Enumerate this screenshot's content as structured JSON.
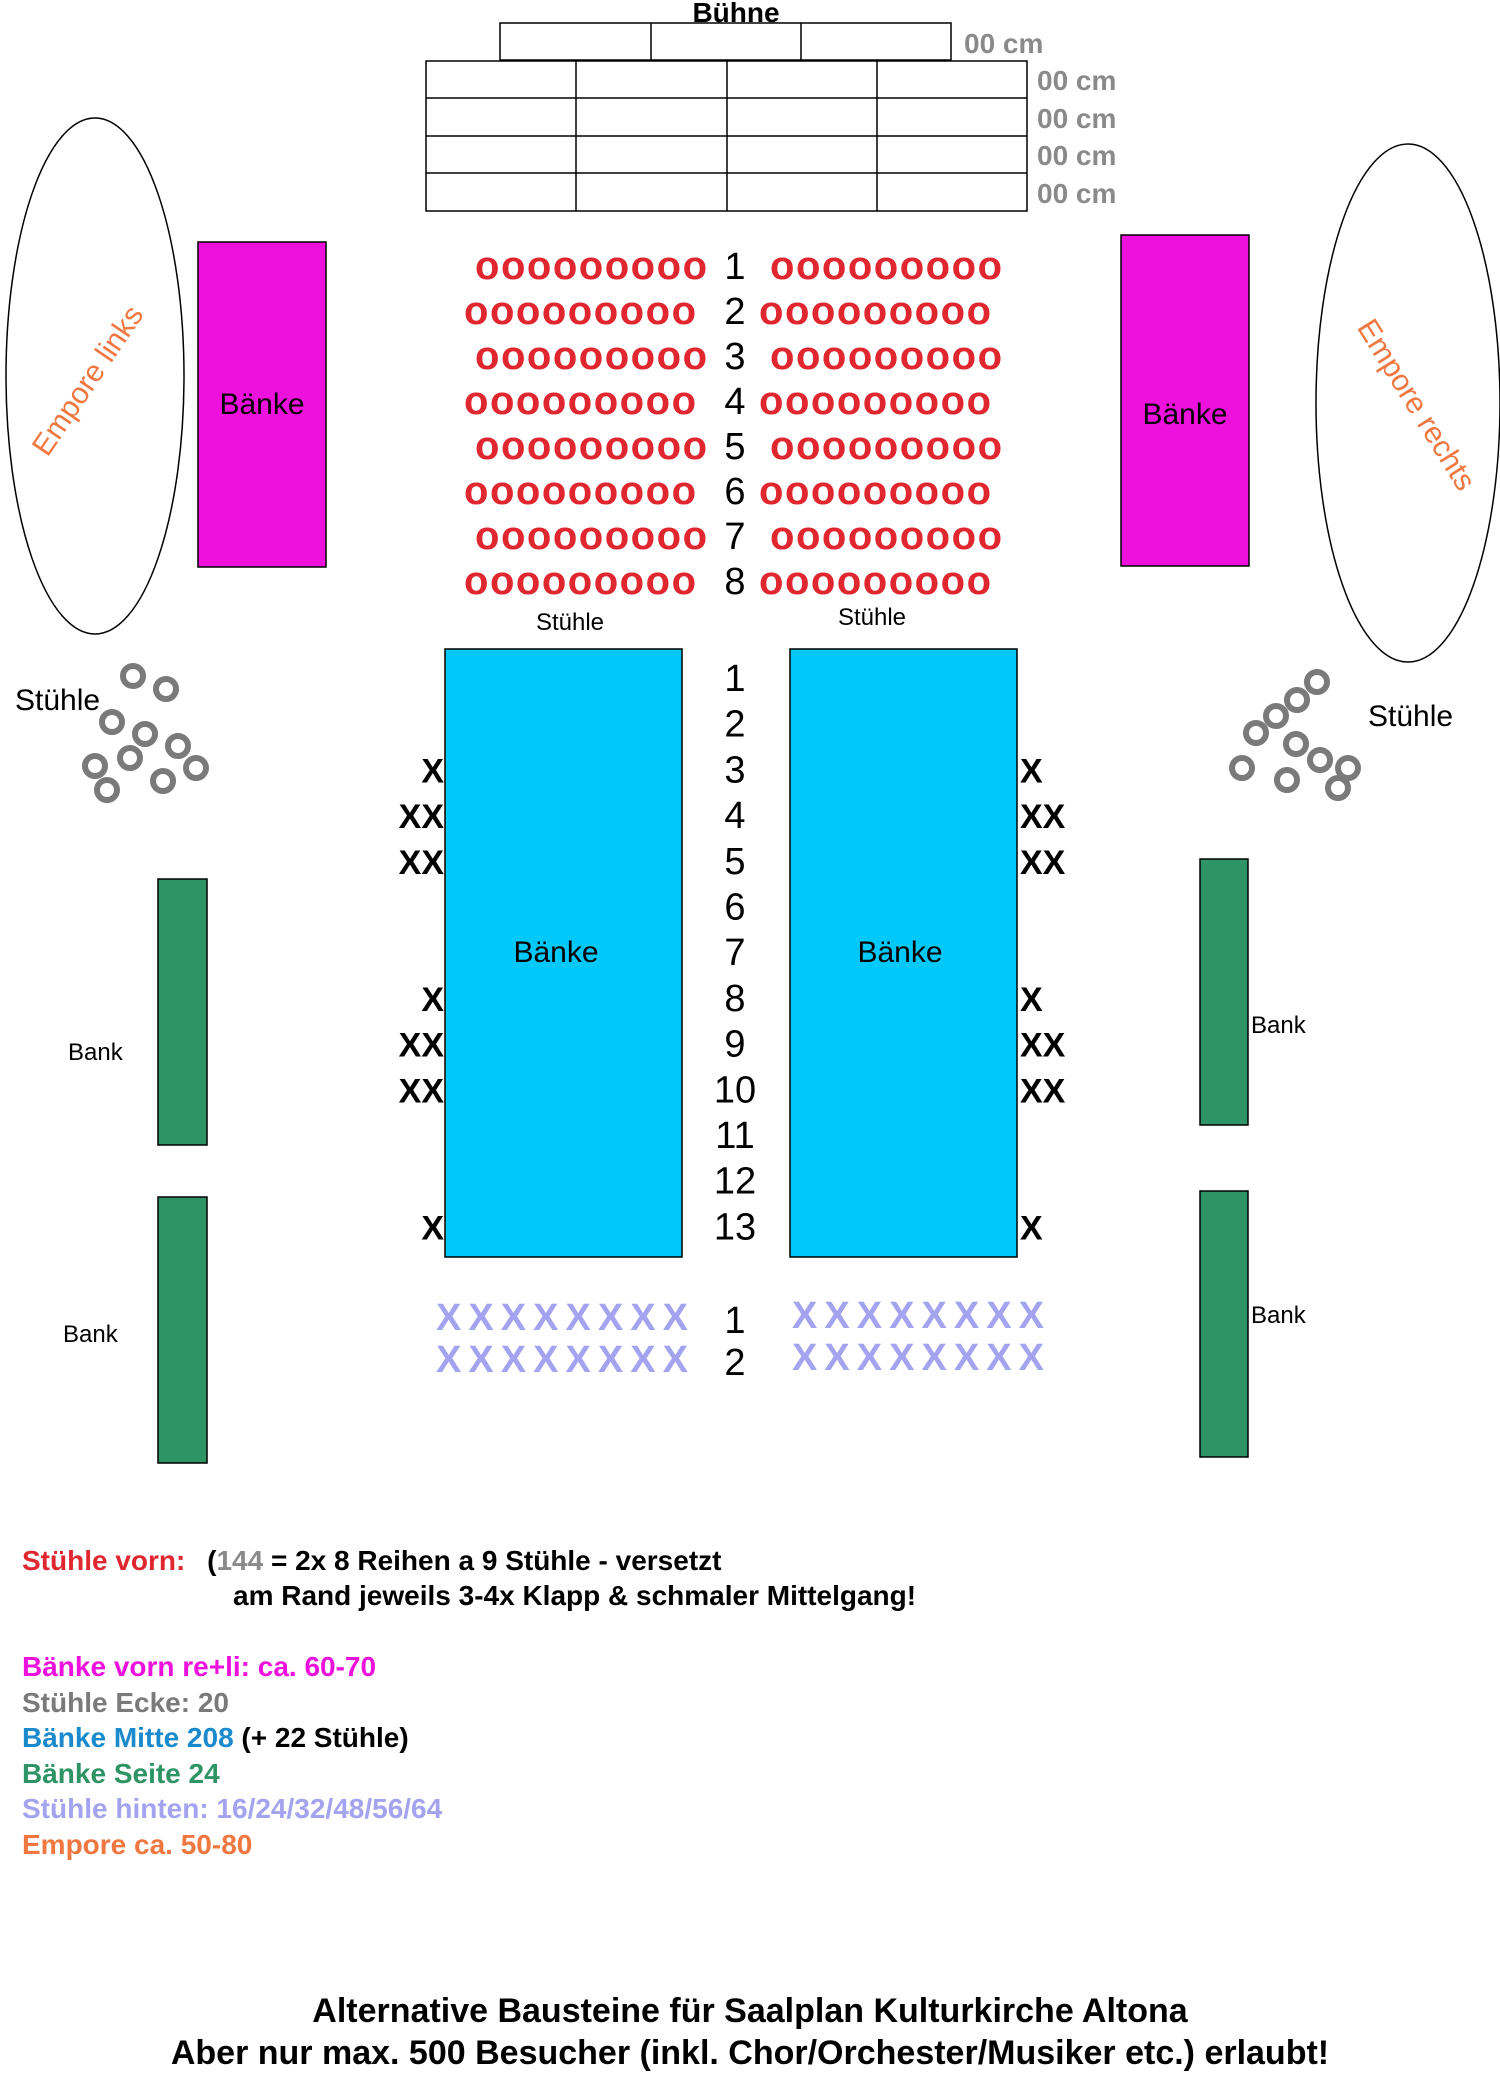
{
  "colors": {
    "front_chairs": "#e0262e",
    "benches_front": "#ee11dd",
    "corner_chairs": "#7a7a7a",
    "middle_benches": "#00c8f8",
    "middle_text": "#1a8acd",
    "side_benches": "#2e9466",
    "back_chairs": "#a3a3ef",
    "gallery": "#f07840",
    "measure": "#8a8a8a"
  },
  "stage": {
    "label": "Bühne",
    "measure_labels": [
      "00 cm",
      "00 cm",
      "00 cm",
      "00 cm",
      "00 cm"
    ]
  },
  "gallery_left": {
    "label": "Empore links"
  },
  "gallery_right": {
    "label": "Empore rechts"
  },
  "front_benches": {
    "left_label": "Bänke",
    "right_label": "Bänke"
  },
  "front_chairs": {
    "glyph": "ooooooooo",
    "row_numbers": [
      "1",
      "2",
      "3",
      "4",
      "5",
      "6",
      "7",
      "8"
    ],
    "left_caption": "Stühle",
    "right_caption": "Stühle"
  },
  "corner_chairs": {
    "left_label": "Stühle",
    "right_label": "Stühle"
  },
  "middle_benches": {
    "left_label": "Bänke",
    "right_label": "Bänke",
    "row_numbers": [
      "1",
      "2",
      "3",
      "4",
      "5",
      "6",
      "7",
      "8",
      "9",
      "10",
      "11",
      "12",
      "13"
    ],
    "left_marks": [
      {
        "row": "3",
        "text": "X"
      },
      {
        "row": "4",
        "text": "XX"
      },
      {
        "row": "5",
        "text": "XX"
      },
      {
        "row": "8",
        "text": "X"
      },
      {
        "row": "9",
        "text": "XX"
      },
      {
        "row": "10",
        "text": "XX"
      },
      {
        "row": "13",
        "text": "X"
      }
    ],
    "right_marks": [
      {
        "row": "3",
        "text": "X"
      },
      {
        "row": "4",
        "text": "XX"
      },
      {
        "row": "5",
        "text": "XX"
      },
      {
        "row": "8",
        "text": "X"
      },
      {
        "row": "9",
        "text": "XX"
      },
      {
        "row": "10",
        "text": "XX"
      },
      {
        "row": "13",
        "text": "X"
      }
    ]
  },
  "side_benches": {
    "labels": [
      "Bank",
      "Bank",
      "Bank",
      "Bank"
    ]
  },
  "back_chairs": {
    "glyph": "XXXXXXXX",
    "row_numbers": [
      "1",
      "2"
    ]
  },
  "legend": {
    "front_chairs_label": "Stühle vorn:",
    "front_chairs_paren": "(",
    "front_chairs_count": "144",
    "front_chairs_desc": " = 2x 8 Reihen a 9 Stühle - versetzt",
    "front_chairs_note": "am Rand jeweils 3-4x Klapp & schmaler Mittelgang!",
    "benches_front": "Bänke vorn re+li: ca. 60-70",
    "corner_chairs": "Stühle Ecke: 20",
    "middle_benches": "Bänke Mitte 208",
    "middle_benches_extra": " (+ 22 Stühle)",
    "side_benches": "Bänke Seite 24",
    "back_chairs": "Stühle hinten: 16/24/32/48/56/64",
    "gallery": "Empore ca. 50-80"
  },
  "footer": {
    "line1": "Alternative Bausteine für Saalplan Kulturkirche Altona",
    "line2": "Aber nur max. 500 Besucher (inkl. Chor/Orchester/Musiker etc.) erlaubt!"
  }
}
